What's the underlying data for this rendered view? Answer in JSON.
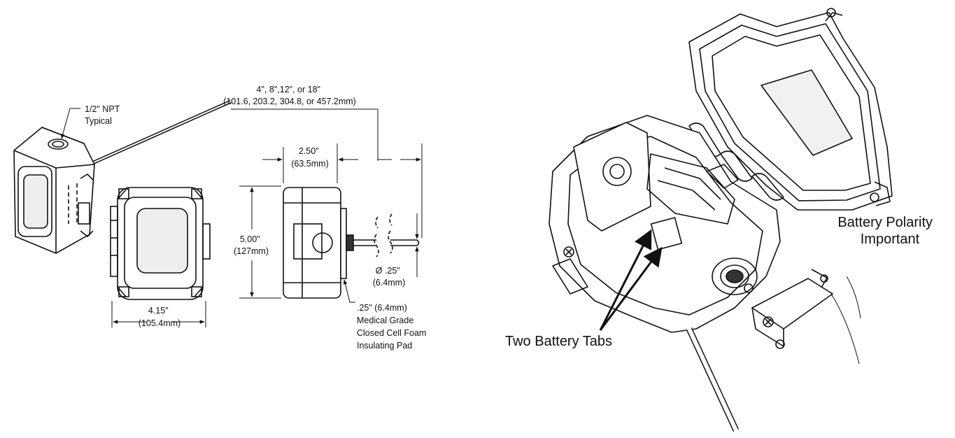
{
  "left_figure": {
    "npt_label_line1": "1/2\" NPT",
    "npt_label_line2": "Typical",
    "probe_length_line1": "4\", 8\",12\", or 18\"",
    "probe_length_line2": "(101.6, 203.2, 304.8, or 457.2mm)",
    "depth_line1": "2.50\"",
    "depth_line2": "(63.5mm)",
    "height_line1": "5.00\"",
    "height_line2": "(127mm)",
    "width_line1": "4.15\"",
    "width_line2": "(105.4mm)",
    "diameter_line1": "Ø .25\"",
    "diameter_line2": "(6.4mm)",
    "pad_line1": ".25\" (6.4mm)",
    "pad_line2": "Medical Grade",
    "pad_line3": "Closed Cell Foam",
    "pad_line4": "Insulating Pad"
  },
  "right_figure": {
    "polarity_line1": "Battery Polarity",
    "polarity_line2": "Important",
    "tabs_label": "Two Battery Tabs"
  }
}
